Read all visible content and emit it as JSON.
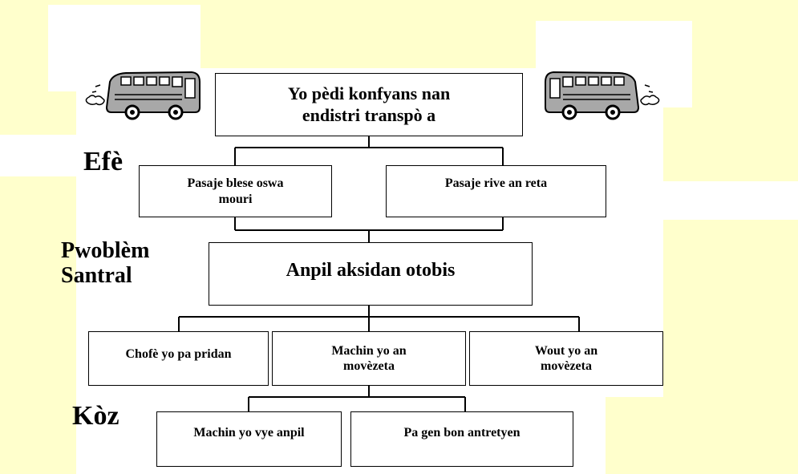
{
  "top": {
    "line1": "Yo pèdi konfyans nan",
    "line2": "endistri transpò a"
  },
  "sections": {
    "effects_label": "Efè",
    "problem_label_1": "Pwoblèm",
    "problem_label_2": "Santral",
    "causes_label": "Kòz"
  },
  "effects": [
    {
      "line1": "Pasaje blese oswa",
      "line2": "mouri"
    },
    {
      "line1": "Pasaje rive an reta"
    }
  ],
  "central_problem": "Anpil aksidan otobis",
  "causes_level1": [
    {
      "line1": "Chofè yo pa pridan"
    },
    {
      "line1": "Machin yo an",
      "line2": "movèzeta"
    },
    {
      "line1": "Wout yo an",
      "line2": "movèzeta"
    }
  ],
  "causes_level2": [
    {
      "line1": "Machin yo vye anpil"
    },
    {
      "line1": "Pa gen bon antretyen"
    }
  ],
  "icons": [
    "bus-icon-left",
    "bus-icon-right"
  ],
  "colors": {
    "background": "#ffffcc",
    "panel": "#ffffff",
    "line": "#000000"
  }
}
